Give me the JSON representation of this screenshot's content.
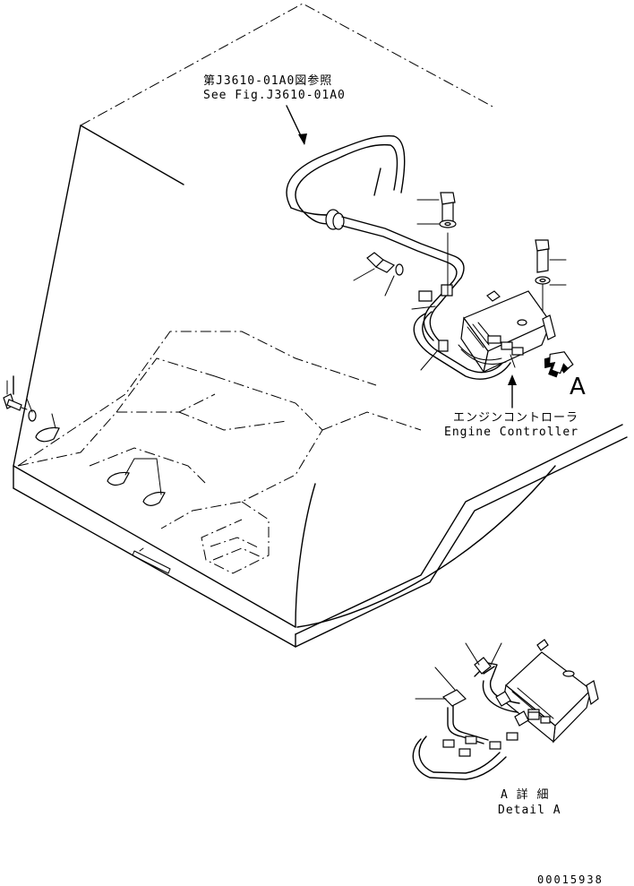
{
  "references": {
    "ref_jp": "第J3610-01A0図参照",
    "ref_en": "See Fig.J3610-01A0"
  },
  "controller": {
    "label_jp": "エンジンコントローラ",
    "label_en": "Engine Controller"
  },
  "view_arrow": {
    "letter": "A"
  },
  "detail": {
    "label_jp": "A 詳 細",
    "label_en": "Detail A"
  },
  "drawing_number": "00015938"
}
